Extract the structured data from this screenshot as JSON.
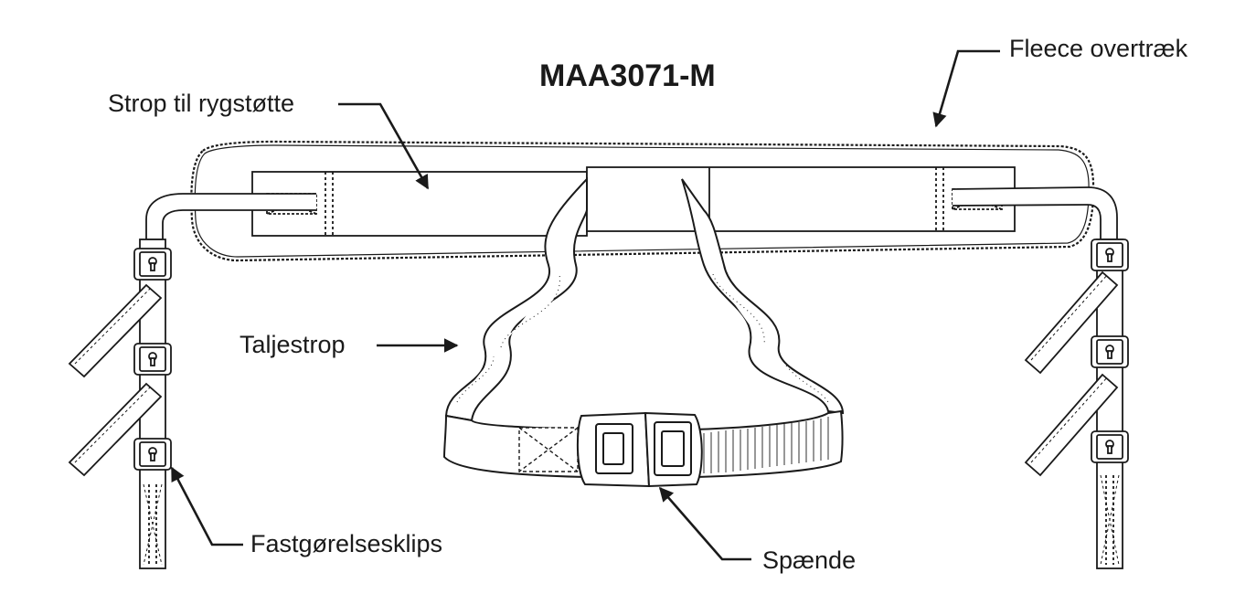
{
  "title": "MAA3071-M",
  "labels": {
    "fleece": "Fleece overtræk",
    "back_strap": "Strop til rygstøtte",
    "waist_strap": "Taljestrop",
    "clips": "Fastgørelsesklips",
    "buckle": "Spænde"
  },
  "colors": {
    "ink": "#1a1a1a",
    "paper": "#ffffff"
  }
}
